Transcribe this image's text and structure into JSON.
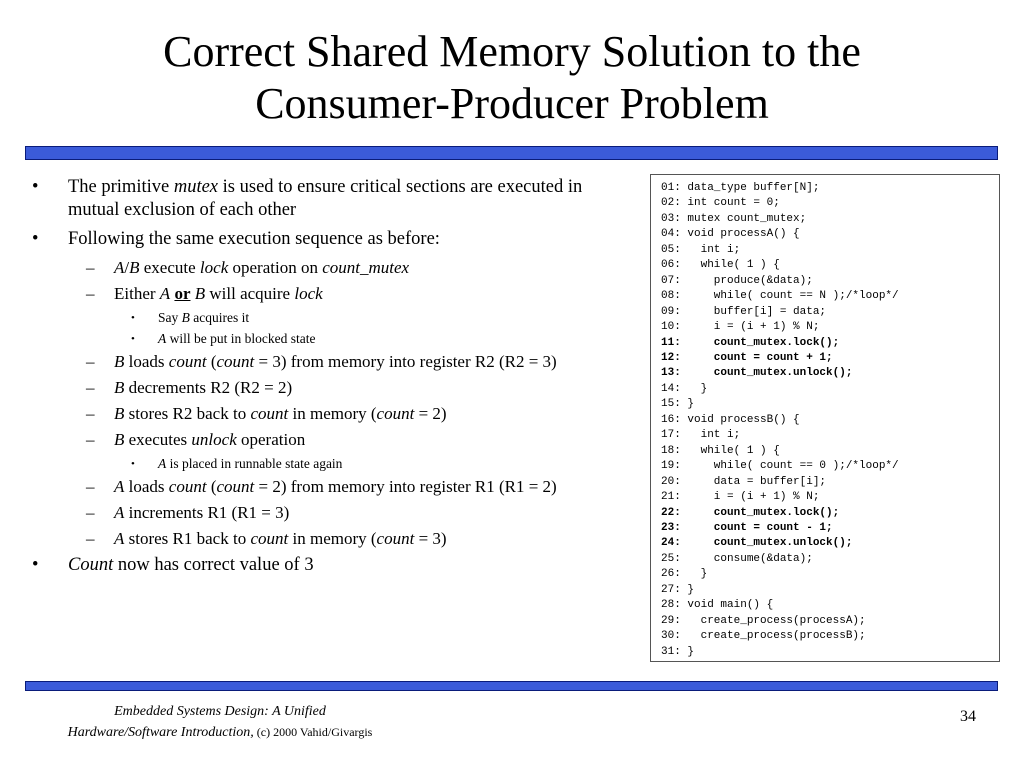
{
  "slide": {
    "title_line1": "Correct Shared Memory Solution to the",
    "title_line2": "Consumer-Producer Problem"
  },
  "bullets": {
    "b1_pre": "The primitive ",
    "b1_em": "mutex",
    "b1_post": " is used to ensure critical sections are executed in mutual exclusion of each other",
    "b2": "Following the same execution sequence as before:",
    "s1_a": "A",
    "s1_slash": "/",
    "s1_b": "B",
    "s1_mid": " execute ",
    "s1_lock": "lock",
    "s1_on": " operation on ",
    "s1_mutex": "count_mutex",
    "s2_pre": "Either ",
    "s2_a": "A",
    "s2_or": "or",
    "s2_b": "B",
    "s2_mid": " will acquire ",
    "s2_lock": "lock",
    "t1_pre": "Say ",
    "t1_b": "B",
    "t1_post": " acquires it",
    "t2_a": "A",
    "t2_post": " will be put in blocked state",
    "s3_b": "B",
    "s3_loads": " loads ",
    "s3_count": "count",
    "s3_paren_open": " (",
    "s3_count2": "count",
    "s3_post": " = 3) from memory into register R2 (R2 = 3)",
    "s4_b": "B",
    "s4_post": " decrements R2 (R2 = 2)",
    "s5_b": "B",
    "s5_mid": " stores R2 back to ",
    "s5_count": "count",
    "s5_mid2": " in memory (",
    "s5_count2": "count",
    "s5_post": " = 2)",
    "s6_b": "B",
    "s6_mid": " executes ",
    "s6_unlock": "unlock",
    "s6_post": " operation",
    "t3_a": "A",
    "t3_post": " is placed in runnable state again",
    "s7_a": "A",
    "s7_loads": " loads ",
    "s7_count": "count",
    "s7_paren_open": " (",
    "s7_count2": "count",
    "s7_post": " = 2) from memory into register R1 (R1 = 2)",
    "s8_a": "A",
    "s8_post": " increments R1 (R1 = 3)",
    "s9_a": "A",
    "s9_mid": " stores R1 back to ",
    "s9_count": "count",
    "s9_mid2": " in memory (",
    "s9_count2": "count",
    "s9_post": " = 3)",
    "b3_count": "Count",
    "b3_post": " now has correct value of 3"
  },
  "code": {
    "lines": [
      {
        "text": "01: data_type buffer[N];",
        "bold": false
      },
      {
        "text": "02: int count = 0;",
        "bold": false
      },
      {
        "text": "03: mutex count_mutex;",
        "bold": false
      },
      {
        "text": "04: void processA() {",
        "bold": false
      },
      {
        "text": "05:   int i;",
        "bold": false
      },
      {
        "text": "06:   while( 1 ) {",
        "bold": false
      },
      {
        "text": "07:     produce(&data);",
        "bold": false
      },
      {
        "text": "08:     while( count == N );/*loop*/",
        "bold": false
      },
      {
        "text": "09:     buffer[i] = data;",
        "bold": false
      },
      {
        "text": "10:     i = (i + 1) % N;",
        "bold": false
      },
      {
        "text": "11:     count_mutex.lock();",
        "bold": true
      },
      {
        "text": "12:     count = count + 1;",
        "bold": true
      },
      {
        "text": "13:     count_mutex.unlock();",
        "bold": true
      },
      {
        "text": "14:   }",
        "bold": false
      },
      {
        "text": "15: }",
        "bold": false
      },
      {
        "text": "16: void processB() {",
        "bold": false
      },
      {
        "text": "17:   int i;",
        "bold": false
      },
      {
        "text": "18:   while( 1 ) {",
        "bold": false
      },
      {
        "text": "19:     while( count == 0 );/*loop*/",
        "bold": false
      },
      {
        "text": "20:     data = buffer[i];",
        "bold": false
      },
      {
        "text": "21:     i = (i + 1) % N;",
        "bold": false
      },
      {
        "text": "22:     count_mutex.lock();",
        "bold": true
      },
      {
        "text": "23:     count = count - 1;",
        "bold": true
      },
      {
        "text": "24:     count_mutex.unlock();",
        "bold": true
      },
      {
        "text": "25:     consume(&data);",
        "bold": false
      },
      {
        "text": "26:   }",
        "bold": false
      },
      {
        "text": "27: }",
        "bold": false
      },
      {
        "text": "28: void main() {",
        "bold": false
      },
      {
        "text": "29:   create_process(processA);",
        "bold": false
      },
      {
        "text": "30:   create_process(processB);",
        "bold": false
      },
      {
        "text": "31: }",
        "bold": false
      }
    ]
  },
  "footer": {
    "book_line1": "Embedded Systems Design: A Unified",
    "book_line2": "Hardware/Software Introduction,",
    "copyright": " (c) 2000 Vahid/Givargis",
    "page_number": "34"
  },
  "colors": {
    "bar_fill": "#3b5bd9",
    "bar_border": "#0a1c7a"
  }
}
